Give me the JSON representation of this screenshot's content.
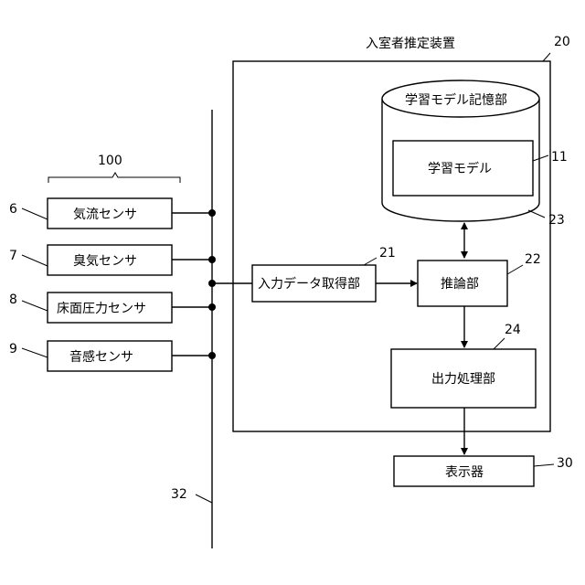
{
  "device": {
    "title": "入室者推定装置",
    "ref": "20"
  },
  "sensor_group_ref": "100",
  "sensors": [
    {
      "label": "気流センサ",
      "ref": "6"
    },
    {
      "label": "臭気センサ",
      "ref": "7"
    },
    {
      "label": "床面圧力センサ",
      "ref": "8"
    },
    {
      "label": "音感センサ",
      "ref": "9"
    }
  ],
  "storage": {
    "label": "学習モデル記憶部",
    "ref": "23"
  },
  "model": {
    "label": "学習モデル",
    "ref": "11"
  },
  "acquisition": {
    "label": "入力データ取得部",
    "ref": "21"
  },
  "inference": {
    "label": "推論部",
    "ref": "22"
  },
  "output": {
    "label": "出力処理部",
    "ref": "24"
  },
  "display": {
    "label": "表示器",
    "ref": "30"
  },
  "bus_ref": "32"
}
